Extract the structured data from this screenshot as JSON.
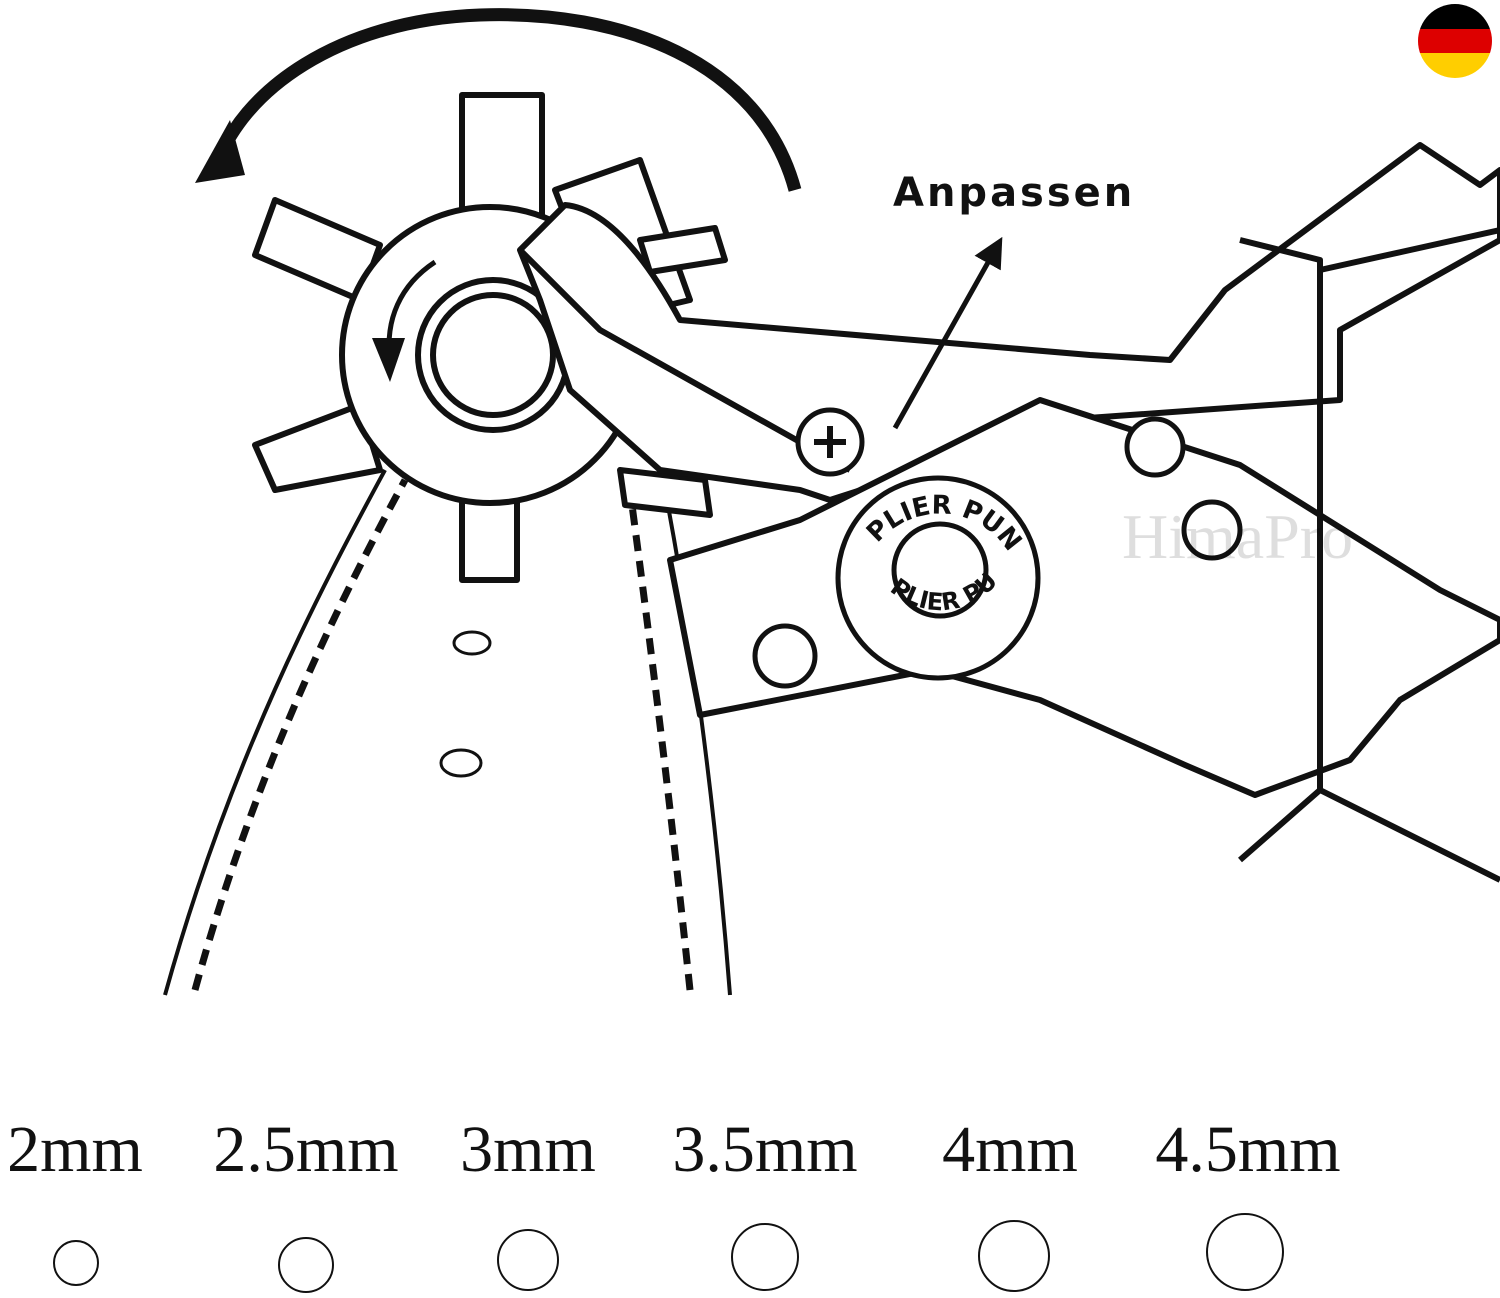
{
  "flag": {
    "icon": "germany-flag-icon",
    "colors": [
      "#000000",
      "#dd0000",
      "#ffce00"
    ]
  },
  "illustration": {
    "adjust_label": "Anpassen",
    "engraving_top": "PLIER PUNCH",
    "engraving_bottom": "PLIER PUNCH",
    "watermark": "HimaPro"
  },
  "hole_sizes": [
    {
      "label": "2mm",
      "diameter_mm": 2
    },
    {
      "label": "2.5mm",
      "diameter_mm": 2.5
    },
    {
      "label": "3mm",
      "diameter_mm": 3
    },
    {
      "label": "3.5mm",
      "diameter_mm": 3.5
    },
    {
      "label": "4mm",
      "diameter_mm": 4
    },
    {
      "label": "4.5mm",
      "diameter_mm": 4.5
    }
  ]
}
